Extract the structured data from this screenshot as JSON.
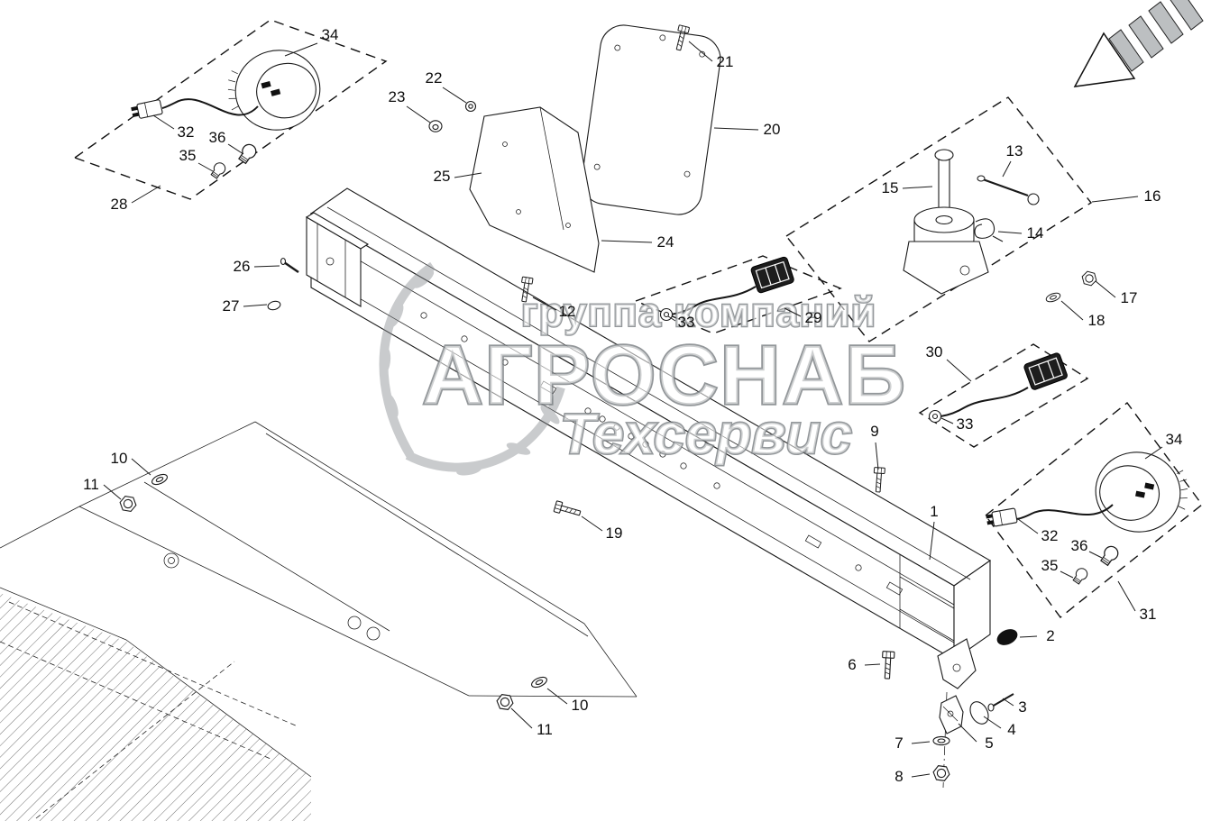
{
  "watermark": {
    "line1": "группа компаний",
    "line2": "АГРОСНАБ",
    "line3": "Техсервис"
  },
  "colors": {
    "line": "#1a1a1a",
    "watermark_outline": "#787d81",
    "lamp_body": "#1d1d1d",
    "arrow_fill": "#bcbfc1",
    "background": "#ffffff"
  },
  "callouts": {
    "lamp_left_34": "34",
    "connector_left_32": "32",
    "bulb_left_36": "36",
    "bulb_left_35": "35",
    "box_left_28": "28",
    "washer_22": "22",
    "nut_23": "23",
    "screw_21": "21",
    "plate_20": "20",
    "screw_25": "25",
    "bracket_24": "24",
    "pin_26": "26",
    "ring_27": "27",
    "screw_12": "12",
    "lamp_mid_33": "33",
    "box_mid_29": "29",
    "hook_15": "15",
    "pin_13": "13",
    "clip_14": "14",
    "box_hook_16": "16",
    "nut_17": "17",
    "washer_18": "18",
    "box_right_30": "30",
    "lamp_right_33": "33",
    "screw_9": "9",
    "washer_left_10": "10",
    "bolt_left_11": "11",
    "bolt_19": "19",
    "beam_1": "1",
    "lamp_br_34": "34",
    "connector_br_32": "32",
    "bulb_br_36": "36",
    "bulb_br_35": "35",
    "box_br_31": "31",
    "plug_2": "2",
    "bolt_6": "6",
    "washer_bottom_10": "10",
    "bolt_bottom_11": "11",
    "pin_3": "3",
    "ring_4": "4",
    "bracket_5": "5",
    "washer_7": "7",
    "nut_8": "8"
  }
}
